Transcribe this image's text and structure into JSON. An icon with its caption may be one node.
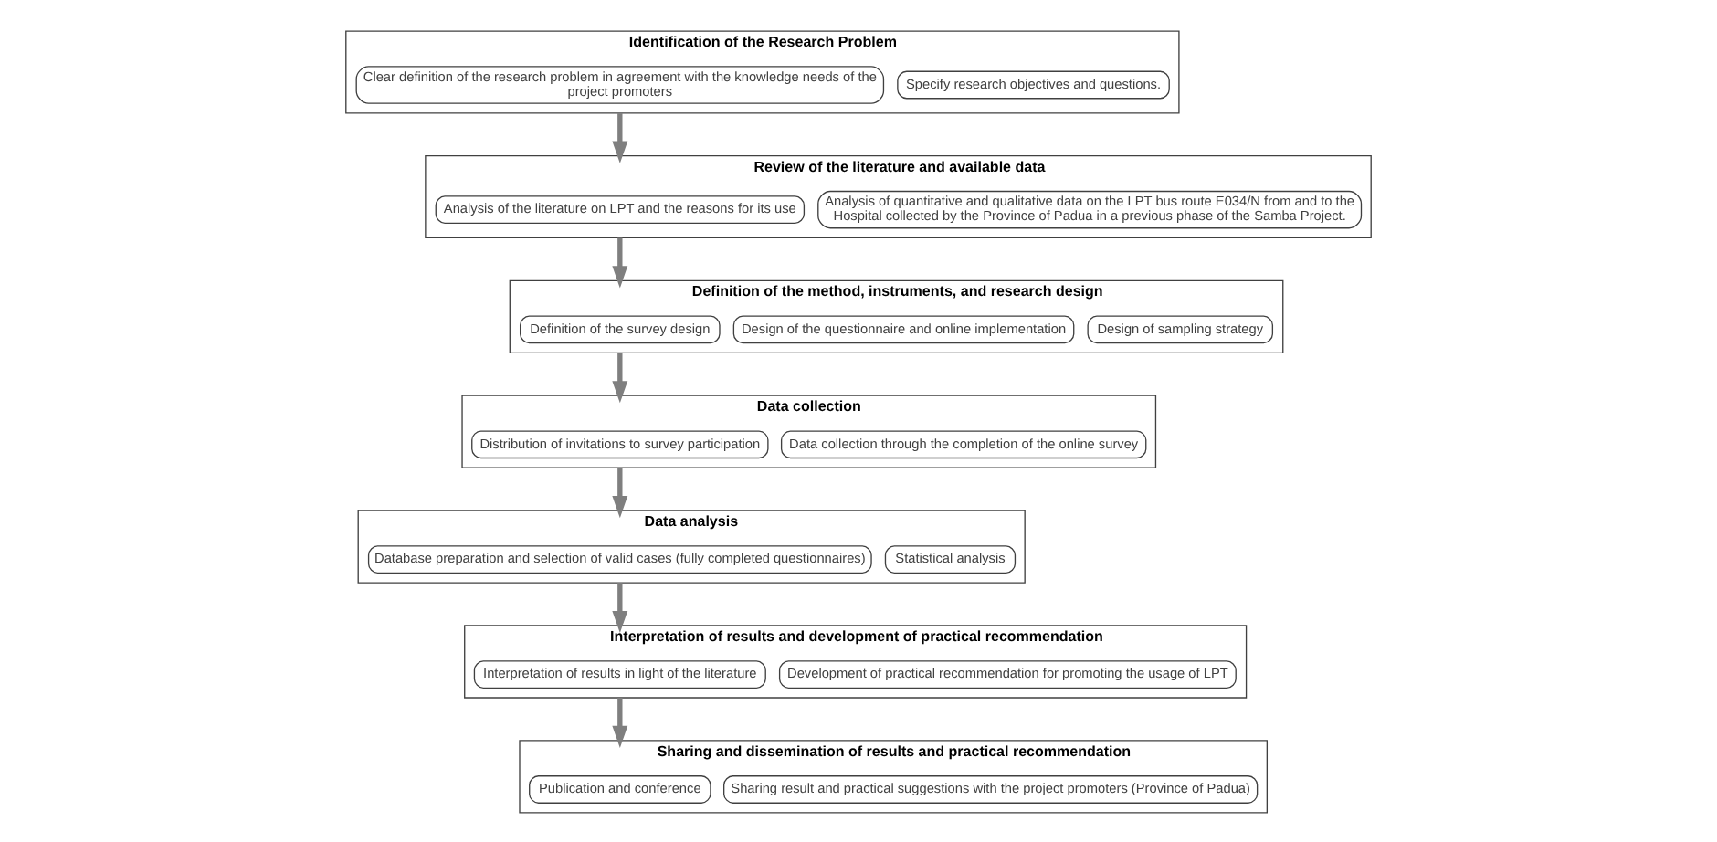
{
  "diagram": {
    "nodes": [
      {
        "text": [
          "Identification of the Research Problem"
        ]
      },
      {
        "text": [
          "Clear definition of the research problem in agreement with the knowledge needs of the project promoters"
        ],
        "in": 0
      },
      {
        "text": [
          "Specify research objectives and questions."
        ],
        "in": 0
      },
      {
        "text": [
          "Review of the literature and available data"
        ]
      },
      {
        "text": [
          "Analysis of the literature on LPT and the reasons for its use"
        ],
        "in": 3
      },
      {
        "text": [
          "Analysis of quantitative and qualitative data on the LPT bus route E034/N from and to the Hospital collected by the Province of Padua in a previous phase of the Samba Project."
        ],
        "in": 3
      },
      {
        "text": [
          "Definition of the method, instruments, and research design"
        ]
      },
      {
        "text": [
          "Definition of the survey design"
        ],
        "in": 6
      },
      {
        "text": [
          "Design of the questionnaire and online implementation"
        ],
        "in": 6
      },
      {
        "text": [
          "Design of sampling strategy"
        ],
        "in": 6
      },
      {
        "text": [
          "Data collection"
        ]
      },
      {
        "text": [
          "Distribution of invitations to survey participation"
        ],
        "in": 10
      },
      {
        "text": [
          "Data collection through the completion of the online survey"
        ],
        "in": 10
      },
      {
        "text": [
          "Data analysis"
        ]
      },
      {
        "text": [
          "Database preparation and selection of valid cases (fully completed questionnaires)"
        ],
        "in": 13
      },
      {
        "text": [
          "Statistical analysis"
        ],
        "in": 13
      },
      {
        "text": [
          "Interpretation of results and development of practical recommendation"
        ]
      },
      {
        "text": [
          "Interpretation of results in light of the literature"
        ],
        "in": 16
      },
      {
        "text": [
          "Development of practical recommendation for promoting the usage of LPT"
        ],
        "in": 16
      },
      {
        "text": [
          "Sharing and dissemination of results and practical recommendation"
        ]
      },
      {
        "text": [
          "Publication and conference"
        ],
        "in": 19
      },
      {
        "text": [
          "Sharing result and practical suggestions with the project promoters (Province of Padua)"
        ],
        "in": 19
      }
    ],
    "edges": [
      {
        "from": 0,
        "to": 3,
        "arrow": "to"
      },
      {
        "from": 3,
        "to": 6,
        "arrow": "to"
      },
      {
        "from": 6,
        "to": 10,
        "arrow": "to"
      },
      {
        "from": 10,
        "to": 13,
        "arrow": "to"
      },
      {
        "from": 13,
        "to": 16,
        "arrow": "to"
      },
      {
        "from": 16,
        "to": 19,
        "arrow": "to"
      }
    ]
  }
}
